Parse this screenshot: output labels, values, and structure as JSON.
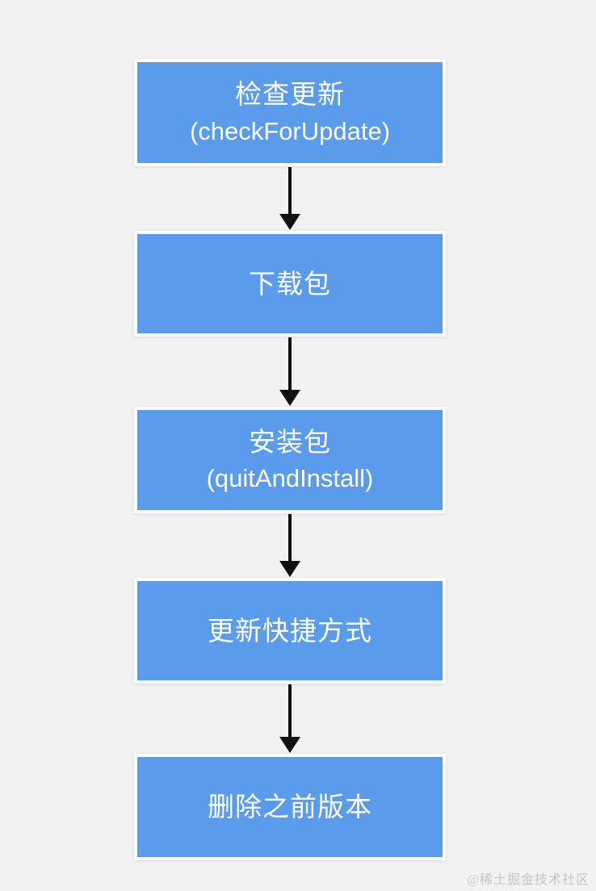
{
  "page": {
    "background_color": "#F2F2F3",
    "watermark": "@稀土掘金技术社区"
  },
  "flowchart": {
    "type": "vertical-flow",
    "node_fill_color": "#5A9CEB",
    "node_border_color": "#FFFFFF",
    "node_text_color": "#FFFFFF",
    "arrow_color": "#111111",
    "steps": [
      {
        "title": "检查更新",
        "subtitle": "(checkForUpdate)"
      },
      {
        "title": "下载包",
        "subtitle": ""
      },
      {
        "title": "安装包",
        "subtitle": "(quitAndInstall)"
      },
      {
        "title": "更新快捷方式",
        "subtitle": ""
      },
      {
        "title": "删除之前版本",
        "subtitle": ""
      }
    ]
  }
}
